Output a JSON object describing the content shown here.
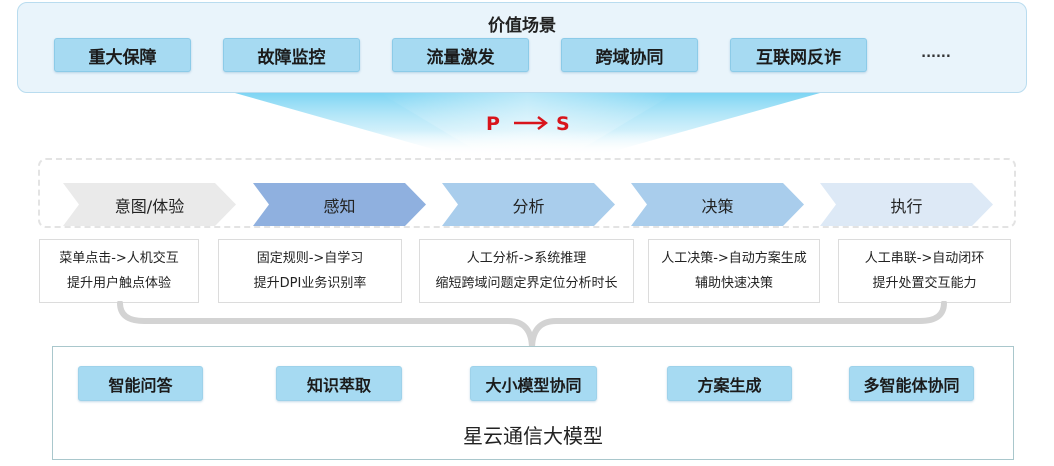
{
  "value_scenarios": {
    "title": "价值场景",
    "items": [
      "重大保障",
      "故障监控",
      "流量激发",
      "跨域协同",
      "互联网反诈"
    ],
    "more": "......"
  },
  "transition": {
    "from": "P",
    "to": "S"
  },
  "stages": [
    {
      "label": "意图/体验",
      "color": "#eaeaea"
    },
    {
      "label": "感知",
      "color": "#8fb0df"
    },
    {
      "label": "分析",
      "color": "#a9cdec"
    },
    {
      "label": "决策",
      "color": "#a9cdec"
    },
    {
      "label": "执行",
      "color": "#dde9f6"
    }
  ],
  "descriptions": [
    {
      "line1": "菜单点击->人机交互",
      "line2": "提升用户触点体验"
    },
    {
      "line1": "固定规则->自学习",
      "line2": "提升DPI业务识别率"
    },
    {
      "line1": "人工分析->系统推理",
      "line2": "缩短跨域问题定界定位分析时长"
    },
    {
      "line1": "人工决策->自动方案生成",
      "line2": "辅助快速决策"
    },
    {
      "line1": "人工串联->自动闭环",
      "line2": "提升处置交互能力"
    }
  ],
  "capabilities": [
    "智能问答",
    "知识萃取",
    "大小模型协同",
    "方案生成",
    "多智能体协同"
  ],
  "model": {
    "name": "星云通信大模型"
  },
  "colors": {
    "chip_fill": "#a6daf2",
    "panel_fill": "#e9f4fb",
    "accent_red": "#d8141b"
  }
}
